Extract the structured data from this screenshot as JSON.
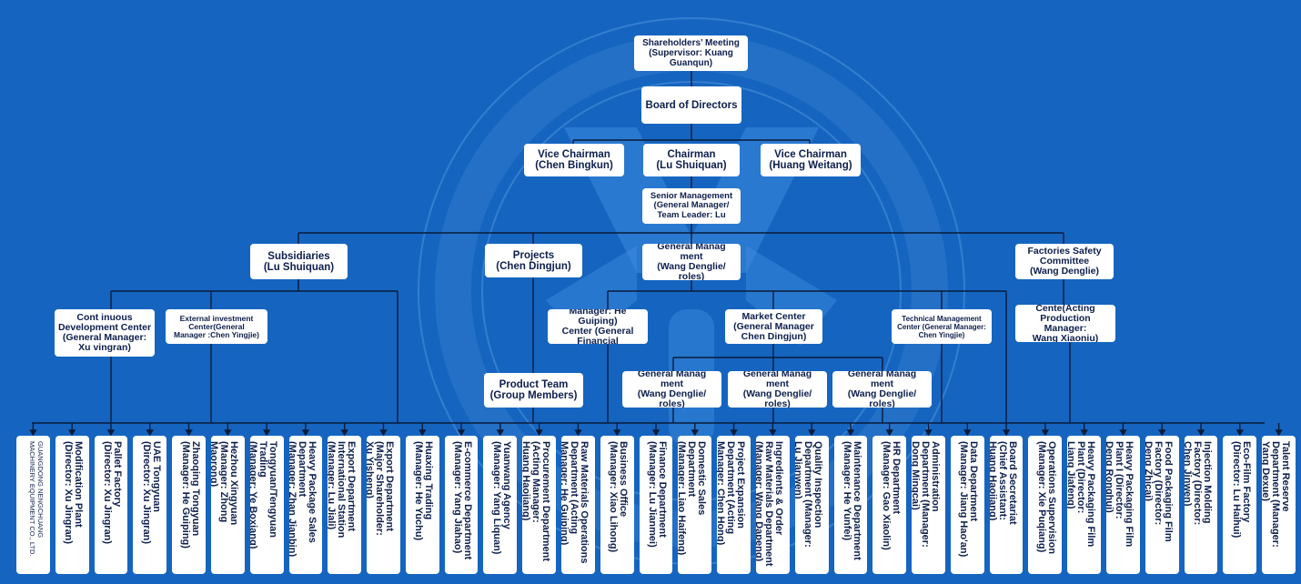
{
  "colors": {
    "background": "#1565c0",
    "box": "#ffffff",
    "text": "#0d1f4d",
    "line": "#0b1b3a"
  },
  "top": {
    "shareholders": "Shareholders’ Meeting\n(Supervisor: Kuang\nGuanqun)",
    "board": "Board of Directors",
    "vice_left": "Vice Chairman\n(Chen Bingkun)",
    "chairman": "Chairman\n(Lu Shuiquan)",
    "vice_right": "Vice Chairman\n(Huang Weitang)",
    "senior": "Senior Management\n(General Manager/\nTeam Leader: Lu"
  },
  "level3": {
    "subsidiaries": "Subsidiaries\n(Lu Shuiquan)",
    "projects": "Projects\n(Chen Dingjun)",
    "general_mgmt": "General Manag ment\n(Wang Denglie/\nroles)",
    "safety": "Factories Safety\nCommittee\n(Wang Denglie)"
  },
  "level4": {
    "continuous": "Cont inuous\nDevelopment Center\n(General Manager:\nXu vingran)",
    "external": "External investment\nCenter(General\nManager :Chen Yingjie)",
    "financial": "Manager: He Guiping)\nCenter (General\nFinancial",
    "market": "Market Center\n(General Manager\nChen Dingjun)",
    "technical": "Technical Management\nCenter (General Manager:\nChen Yingjie)",
    "production": "Cente(Acting\nProduction Manager:\nWang Xiaoniu)",
    "product_team": "Product Team\n(Group Members)",
    "gm_a": "General Manag ment\n(Wang Denglie/\nroles)",
    "gm_b": "General Manag ment\n(Wang Denglie/\nroles)",
    "gm_c": "General Manag ment\n(Wang Denglie/\nroles)"
  },
  "bottom": [
    "GUANGDONG NENGCHUANG\nMACHINERY EQUIPMENT CO., LTD.",
    "Modification Plant\n(Director: Xu Jingran)",
    "Pallet Factory\n(Director: Xu Jingran)",
    "UAE Tongyuan\n(Director: Xu Jingran)",
    "Zhaoqing Tongyuan\n(Manager: He Guiping)",
    "Hezhou Xingyuan\n(Manager: Zhong Maorong)",
    "Tongyuan/Tengyuan\nTrading\n(Manager: Ye Boxiang)",
    "Heavy Package Sales\nDepartment\n(Manager: Zhan Jianbin)",
    "Export Department\nInternational Station\n(Manager: Lu Jiali)",
    "Export Department\n(Major Shareholder:\nXu Yisheng)",
    "Huaxing Trading\n(Manager: He Yuchu)",
    "E-commerce Department\n(Manager: Yang Jiahao)",
    "Yuanwang Agency\n(Manager: Yang Liquan)",
    "Procurement Department\n(Acting Manager:\nHuang Haojiang)",
    "Raw Materials Operations\nDepartment (Acting\nManager: He Guiping)",
    "Business Office\n(Manager: Xiao Lihong)",
    "Finance Department\n(Manager: Lu Jianmei)",
    "Domestic Sales\nDepartment\n(Manager: Liao Haifeng)",
    "Project Expansion\nDepartment (Acting\nManager: Chen Hong)",
    "Ingredients & Order\nRaw Materials Department\n(Manager: Wang Dapeng)",
    "Quality Inspection\nDepartment (Manager:\nLu Jianwen)",
    "Maintenance Department\n(Manager: He Yunfei)",
    "HR Department\n(Manager: Gao Xiaolin)",
    "Administration\nDepartment (Manager:\nDong Mingcai)",
    "Data Department\n(Manager: Jiang Hao'an)",
    "Board Secretariat\n(Chief Assistant:\nHuang Haojiang)",
    "Operations Supervision\n(Manager: Xie Puqiang)",
    "Heavy Packaging Film\nPlant (Director:\nLiang Jiafeng)",
    "Heavy Packaging Film\nPlant I (Director:\nDeng Ronghui)",
    "Food Packaging Film\nFactory (Director:\nDeng Zhicai)",
    "Injection Molding\nFactory (Director:\nChen Jinwen)",
    "Eco-Film Factory\n(Director: Lu Haihui)",
    "Talent Reserve\nDepartment (Manager:\nYang Dexue)"
  ]
}
